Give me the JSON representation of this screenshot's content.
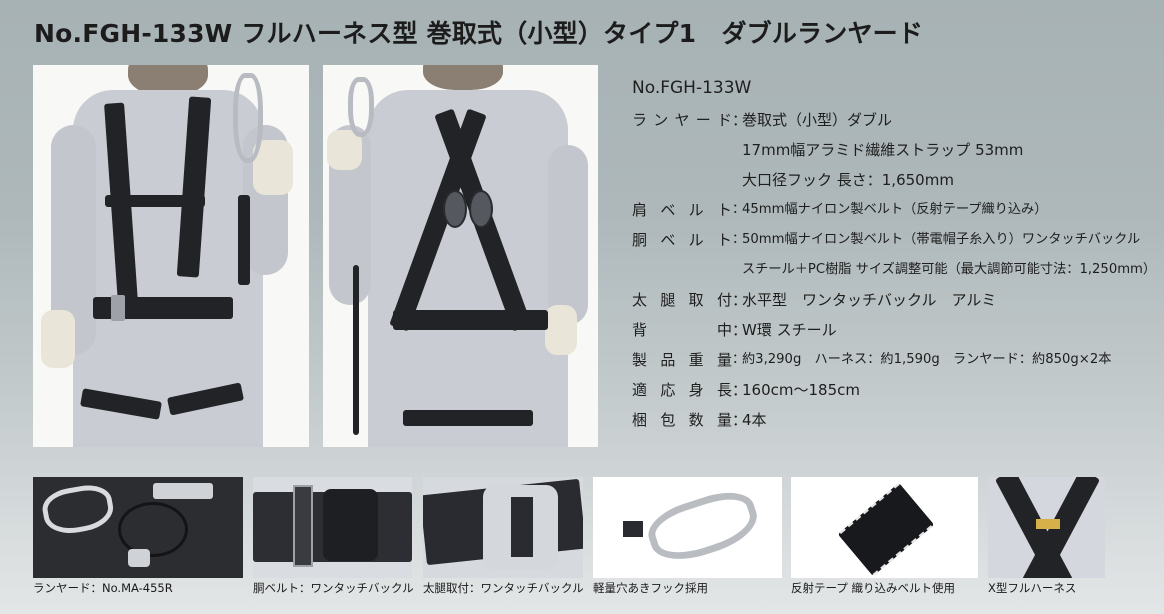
{
  "title": "No.FGH-133W フルハーネス型 巻取式（小型）タイプ1　ダブルランヤード",
  "photos": {
    "front_alt": "harness-front-view",
    "back_alt": "harness-back-view"
  },
  "specs": {
    "model": "No.FGH-133W",
    "rows": [
      {
        "label_chars": [
          "ラ",
          "ン",
          "ヤ",
          "ー",
          "ド"
        ],
        "label": "ランヤード",
        "value": "巻取式（小型）ダブル",
        "continuation": [
          "17mm幅アラミド繊維ストラップ 53mm",
          "大口径フック 長さ：1,650mm"
        ]
      },
      {
        "label_chars": [
          "肩",
          "ベ",
          "ル",
          "ト"
        ],
        "label": "肩ベルト",
        "value": "45mm幅ナイロン製ベルト（反射テープ織り込み）",
        "continuation": []
      },
      {
        "label_chars": [
          "胴",
          "ベ",
          "ル",
          "ト"
        ],
        "label": "胴ベルト",
        "value": "50mm幅ナイロン製ベルト（帯電帽子糸入り）ワンタッチバックル",
        "continuation": [
          "スチール＋PC樹脂 サイズ調整可能（最大調節可能寸法：1,250mm）"
        ]
      },
      {
        "label_chars": [
          "太",
          "腿",
          "取",
          "付"
        ],
        "label": "太腿取付",
        "value": "水平型　ワンタッチバックル　アルミ",
        "continuation": []
      },
      {
        "label_chars": [
          "背",
          "中"
        ],
        "label": "背中",
        "value": "W環 スチール",
        "continuation": []
      },
      {
        "label_chars": [
          "製",
          "品",
          "重",
          "量"
        ],
        "label": "製品重量",
        "value": "約3,290g　ハーネス：約1,590g　ランヤード：約850g×2本",
        "continuation": []
      },
      {
        "label_chars": [
          "適",
          "応",
          "身",
          "長"
        ],
        "label": "適応身長",
        "value": "160cm〜185cm",
        "continuation": []
      },
      {
        "label_chars": [
          "梱",
          "包",
          "数",
          "量"
        ],
        "label": "梱包数量",
        "value": "4本",
        "continuation": []
      }
    ],
    "colon": "："
  },
  "thumbnails": [
    {
      "caption": "ランヤード：No.MA-455R"
    },
    {
      "caption": "胴ベルト：ワンタッチバックル"
    },
    {
      "caption": "太腿取付：ワンタッチバックル"
    },
    {
      "caption": "軽量穴あきフック採用"
    },
    {
      "caption": "反射テープ 織り込みベルト使用"
    },
    {
      "caption": "X型フルハーネス"
    }
  ]
}
